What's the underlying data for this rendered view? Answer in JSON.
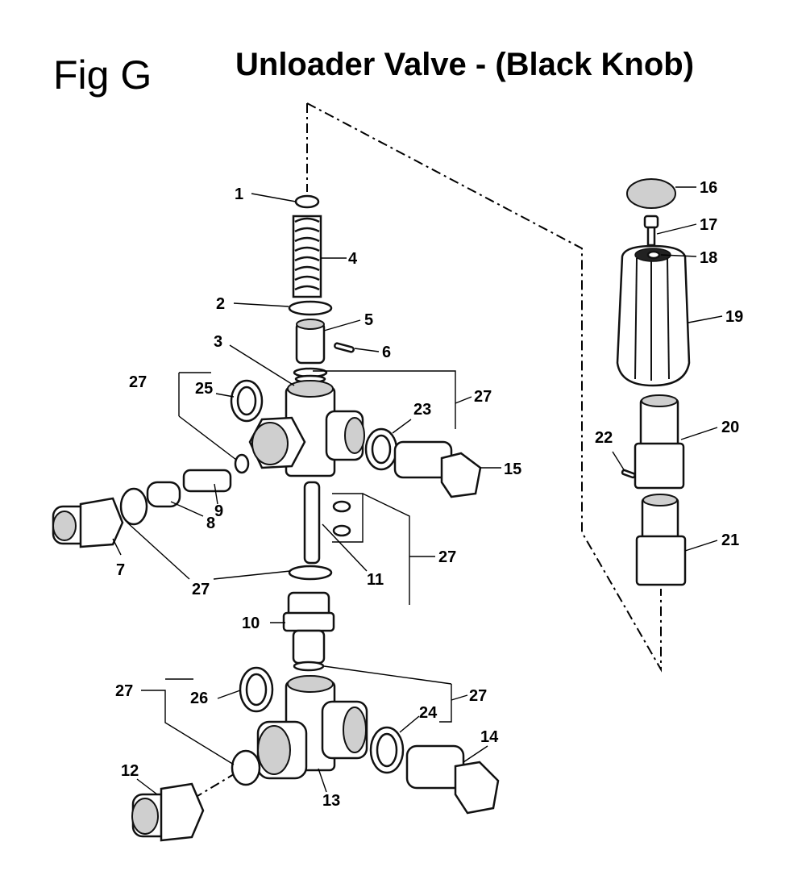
{
  "figure": {
    "label": "Fig G",
    "title": "Unloader Valve - (Black Knob)"
  },
  "callouts": [
    "1",
    "2",
    "3",
    "4",
    "5",
    "6",
    "7",
    "8",
    "9",
    "10",
    "11",
    "12",
    "13",
    "14",
    "15",
    "16",
    "17",
    "18",
    "19",
    "20",
    "21",
    "22",
    "23",
    "24",
    "25",
    "26",
    "27"
  ]
}
